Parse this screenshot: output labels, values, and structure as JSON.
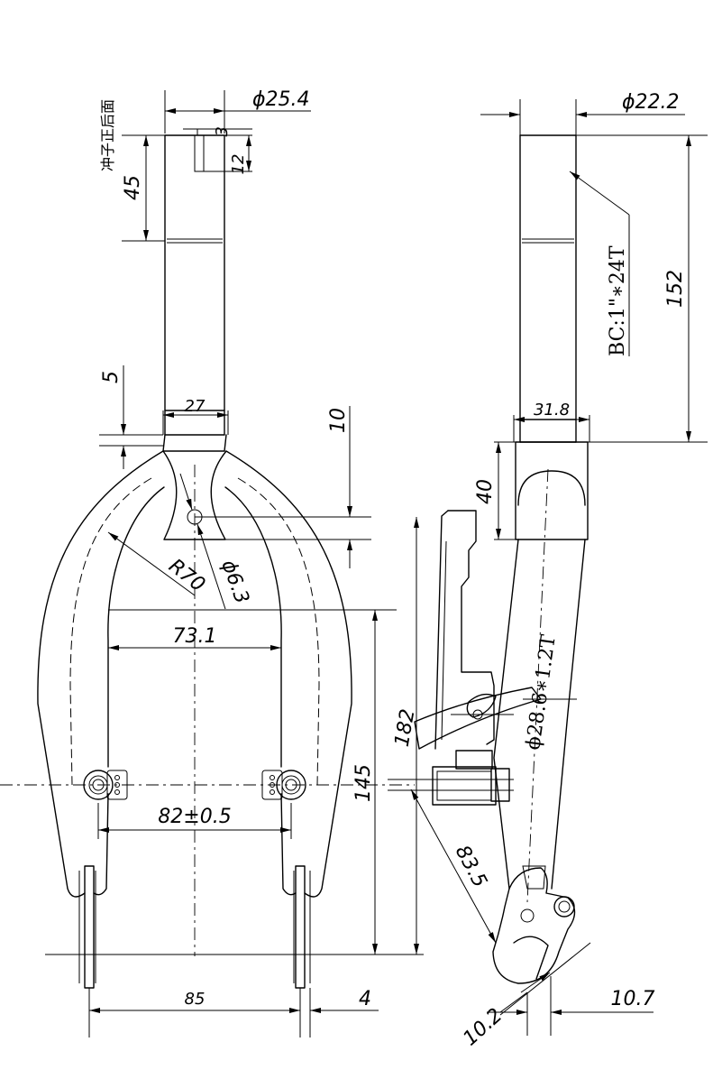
{
  "note_punch_side": "冲子正后面",
  "dims": {
    "d_25_4": "ϕ25.4",
    "d_22_2": "ϕ22.2",
    "l_3": "3",
    "l_12": "12",
    "l_45": "45",
    "l_152": "152",
    "thread": "BC:1\"∗24T",
    "l_5": "5",
    "w_27": "27",
    "l_10": "10",
    "w_31_8": "31.8",
    "l_40": "40",
    "r_70": "R70",
    "d_6_3": "ϕ6.3",
    "w_73_1": "73.1",
    "tube": "ϕ28.6∗1.2T",
    "l_182": "182",
    "l_145": "145",
    "w_82": "82±0.5",
    "l_83_5": "83.5",
    "w_85": "85",
    "l_4": "4",
    "l_10_2": "10.2",
    "l_10_7": "10.7"
  }
}
